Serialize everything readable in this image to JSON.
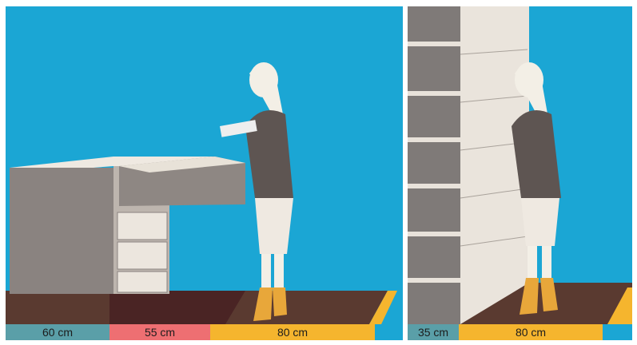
{
  "left_scene": {
    "dimensions": [
      {
        "label": "60 cm",
        "color": "#5a9fa8"
      },
      {
        "label": "55 cm",
        "color": "#ee6f72"
      },
      {
        "label": "80 cm",
        "color": "#f5b52e"
      }
    ]
  },
  "right_scene": {
    "dimensions": [
      {
        "label": "35 cm",
        "color": "#5a9fa8"
      },
      {
        "label": "80 cm",
        "color": "#f5b52e"
      }
    ]
  },
  "colors": {
    "background": "#1ba6d4",
    "floor_dark": "#5a3a30",
    "floor_red": "#4a2424",
    "boot": "#e8a73a"
  }
}
